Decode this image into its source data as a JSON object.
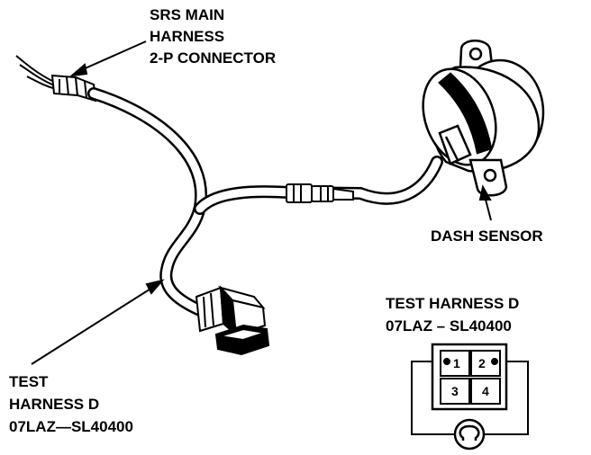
{
  "labels": {
    "connector": [
      "SRS MAIN",
      "HARNESS",
      "2-P CONNECTOR"
    ],
    "dash_sensor": "DASH SENSOR",
    "test_harness": [
      "TEST",
      "HARNESS D",
      "07LAZ—SL40400"
    ],
    "schematic_title": [
      "TEST HARNESS D",
      "07LAZ – SL40400"
    ]
  },
  "schematic": {
    "pins": [
      "1",
      "2",
      "3",
      "4"
    ],
    "meter_symbol": "ohm-meter-icon"
  },
  "colors": {
    "ink": "#000000",
    "paper": "#ffffff"
  }
}
